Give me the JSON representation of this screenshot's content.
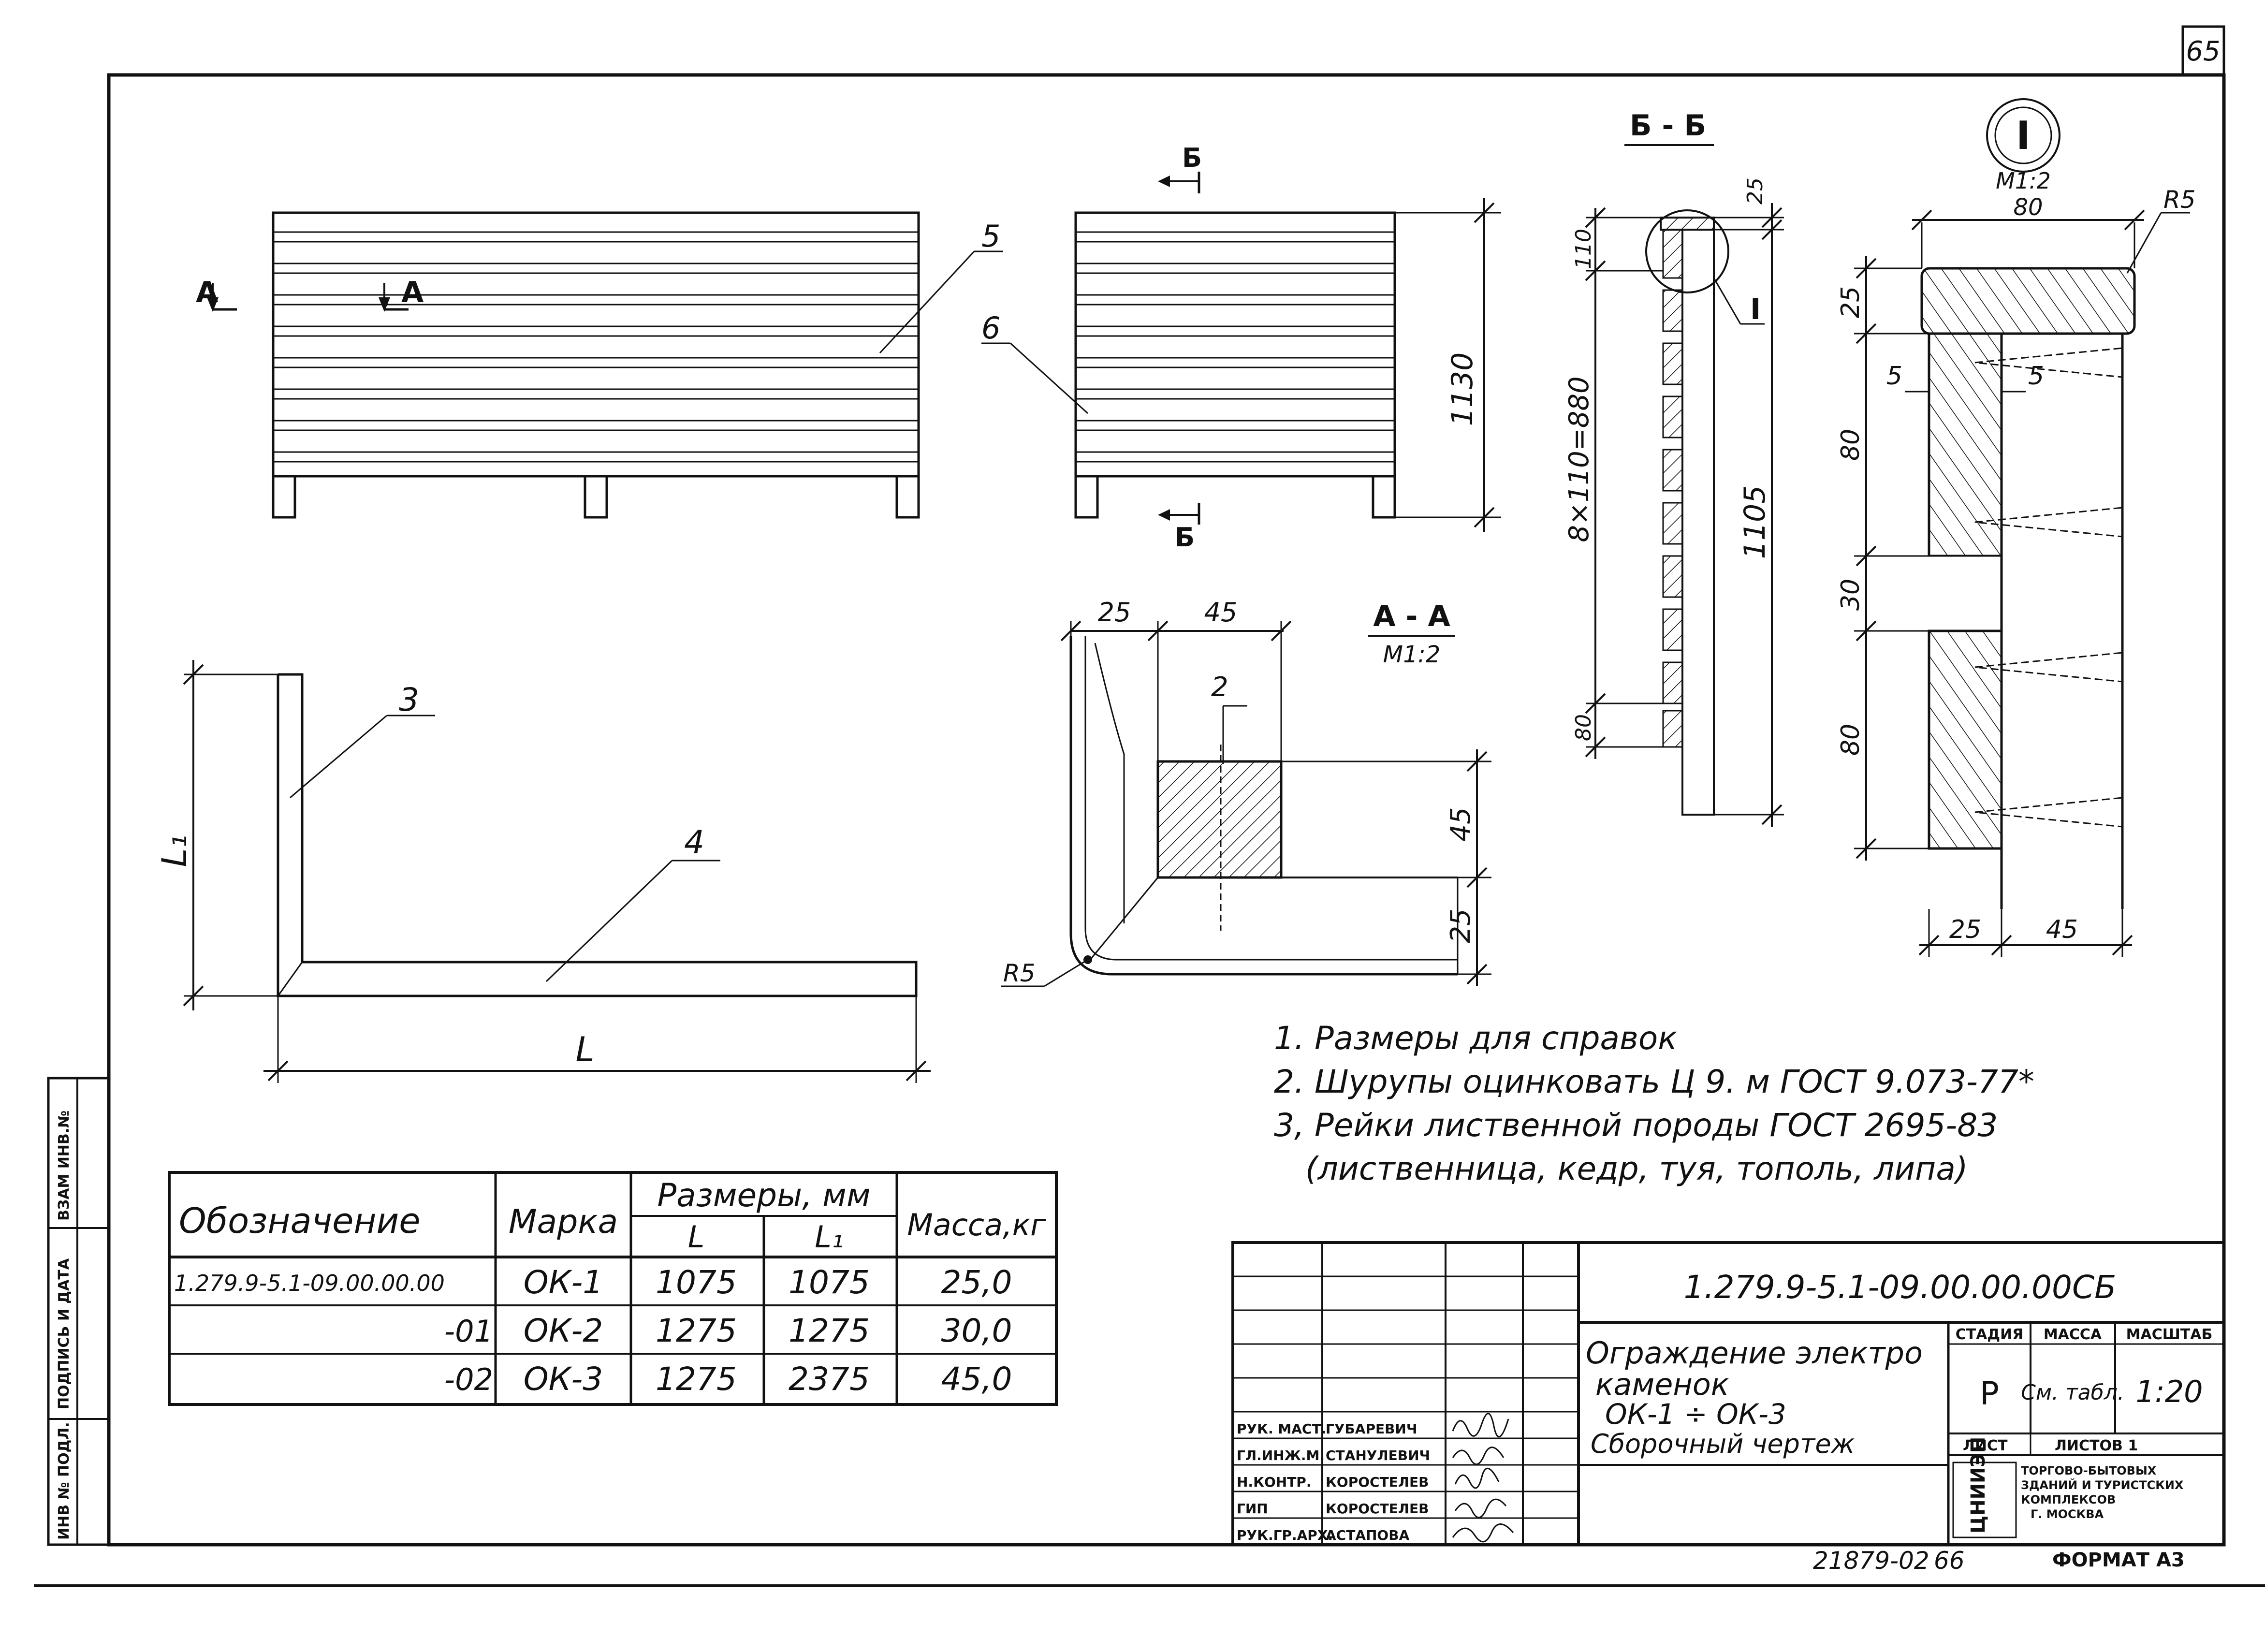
{
  "sheet": {
    "page_number": "65",
    "bottom_code": "21879-02",
    "bottom_page": "66",
    "format": "ФОРМАТ А3"
  },
  "side_stamp": {
    "inv_orig": "ИНВ № ПОДЛ.",
    "sign_date": "ПОДПИСЬ И ДАТА",
    "inv_replace": "ВЗАМ ИНВ.№"
  },
  "views": {
    "section_a_marker": "А",
    "section_b_marker": "Б",
    "section_bb_title": "Б - Б",
    "section_aa_title": "А - А",
    "section_aa_scale": "М1:2",
    "detail_id": "I",
    "detail_scale": "М1:2"
  },
  "callouts": {
    "c2": "2",
    "c3": "3",
    "c4": "4",
    "c5": "5",
    "c6": "6"
  },
  "dimensions": {
    "height_1130": "1130",
    "bb_top_25": "25",
    "bb_110": "110",
    "bb_880": "8×110=880",
    "bb_1105": "1105",
    "bb_80": "80",
    "aa_25": "25",
    "aa_45": "45",
    "aa_h45": "45",
    "aa_h25": "25",
    "aa_r5": "R5",
    "plan_L": "L",
    "plan_L1": "L₁",
    "det_80": "80",
    "det_r5": "R5",
    "det_25": "25",
    "det_5l": "5",
    "det_5r": "5",
    "det_v80a": "80",
    "det_30": "30",
    "det_v80b": "80",
    "det_b25": "25",
    "det_b45": "45"
  },
  "notes": [
    "1. Размеры для справок",
    "2. Шурупы оцинковать Ц 9. м ГОСТ 9.073-77*",
    "3, Рейки лиственной породы ГОСТ 2695-83",
    "(лиственница, кедр, туя, тополь, липа)"
  ],
  "spec_table": {
    "headers": {
      "designation": "Обозначение",
      "mark": "Марка",
      "dimensions_group": "Размеры, мм",
      "L": "L",
      "L1": "L₁",
      "mass": "Масса,кг"
    },
    "rows": [
      {
        "designation": "1.279.9-5.1-09.00.00.00",
        "mark": "ОК-1",
        "L": "1075",
        "L1": "1075",
        "mass": "25,0"
      },
      {
        "designation": "-01",
        "mark": "ОК-2",
        "L": "1275",
        "L1": "1275",
        "mass": "30,0"
      },
      {
        "designation": "-02",
        "mark": "ОК-3",
        "L": "1275",
        "L1": "2375",
        "mass": "45,0"
      }
    ]
  },
  "title_block": {
    "doc_code": "1.279.9-5.1-09.00.00.00СБ",
    "title_line1": "Ограждение электро",
    "title_line2": "каменок",
    "title_line3": "ОК-1 ÷ ОК-3",
    "title_line4": "Сборочный чертеж",
    "stage_label": "СТАДИЯ",
    "mass_label": "МАССА",
    "scale_label": "МАСШТАБ",
    "stage": "Р",
    "mass": "См. табл.",
    "scale": "1:20",
    "sheet_label": "ЛИСТ",
    "sheets_label": "ЛИСТОВ 1",
    "org_logo": "ЦНИИЭП",
    "org_line1": "ТОРГОВО-БЫТОВЫХ",
    "org_line2": "ЗДАНИЙ И ТУРИСТСКИХ",
    "org_line3": "КОМПЛЕКСОВ",
    "org_line4": "Г. МОСКВА",
    "people": [
      {
        "role": "РУК. МАСТ.",
        "name": "ГУБАРЕВИЧ"
      },
      {
        "role": "ГЛ.ИНЖ.М.",
        "name": "СТАНУЛЕВИЧ"
      },
      {
        "role": "Н.КОНТР.",
        "name": "КОРОСТЕЛЕВ"
      },
      {
        "role": "ГИП",
        "name": "КОРОСТЕЛЕВ"
      },
      {
        "role": "РУК.ГР.АРХ.",
        "name": "АСТАПОВА"
      }
    ]
  }
}
